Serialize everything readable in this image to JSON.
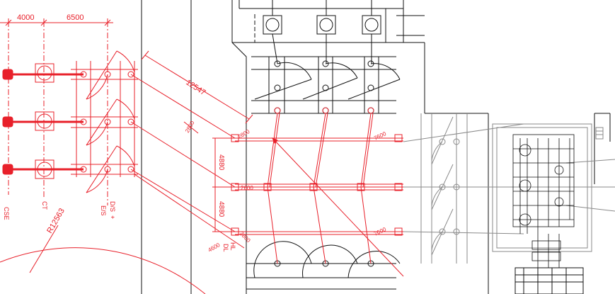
{
  "colors": {
    "red": "#e8202a",
    "black": "#111111",
    "gray": "#8a8a8a",
    "background": "#ffffff"
  },
  "dimensions": {
    "d1": "4000",
    "d2": "6500",
    "d3": "12547",
    "d4": "4880",
    "d5": "4880",
    "d6": "2800",
    "d7": "2800",
    "d8": "2800",
    "d9": "2600",
    "d10": "4600",
    "d11": "7600",
    "d12": "7600"
  },
  "labels": {
    "cse": "CSE",
    "ct": "CT",
    "es": "E/S",
    "ds": "D/S",
    "plus": "+",
    "radius": "R12563",
    "hl": "HL",
    "dl": "DL"
  }
}
